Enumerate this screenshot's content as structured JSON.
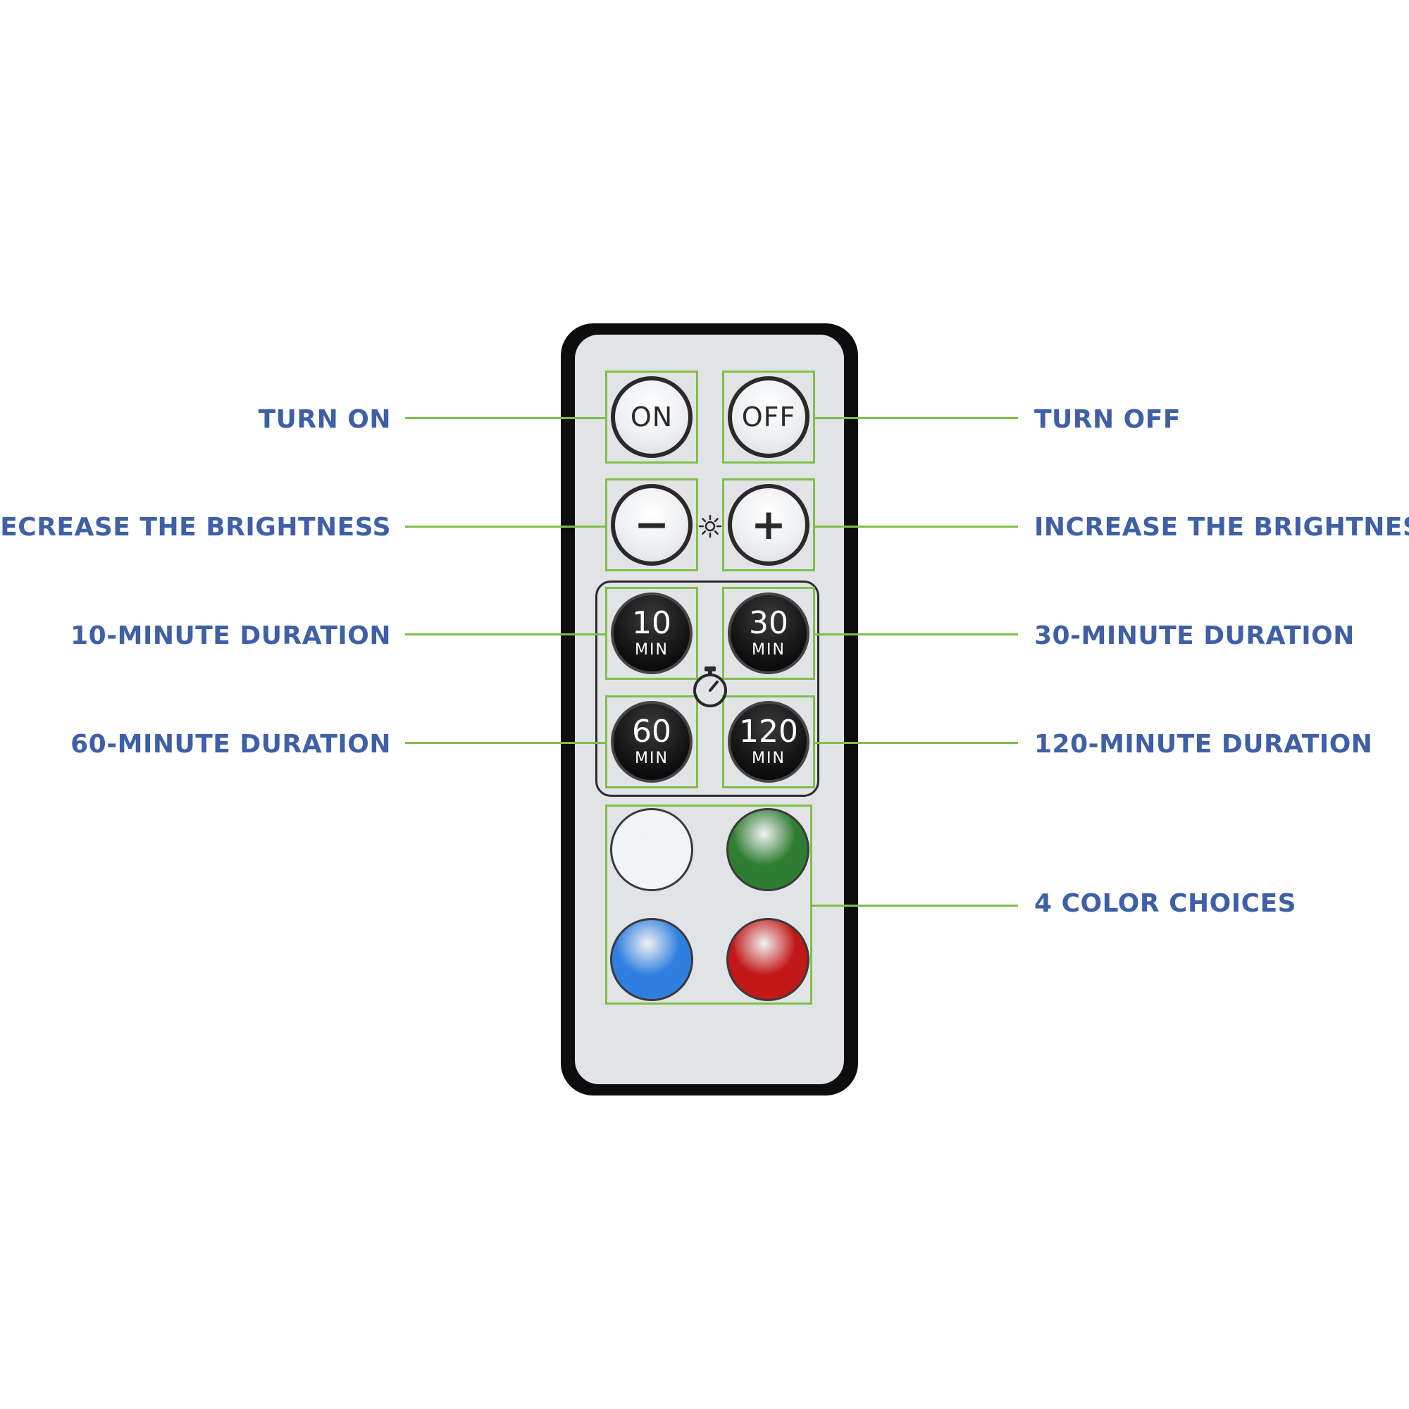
{
  "labels": {
    "turn_on": "TURN ON",
    "turn_off": "TURN OFF",
    "decrease_brightness": "DECREASE THE BRIGHTNESS",
    "increase_brightness": "INCREASE THE BRIGHTNESS",
    "duration_10": "10-MINUTE DURATION",
    "duration_30": "30-MINUTE DURATION",
    "duration_60": "60-MINUTE DURATION",
    "duration_120": "120-MINUTE DURATION",
    "color_choices": "4 COLOR CHOICES"
  },
  "remote": {
    "on_button": "ON",
    "off_button": "OFF",
    "minus_button": "−",
    "plus_button": "+",
    "timer_10": {
      "value": "10",
      "unit": "MIN"
    },
    "timer_30": {
      "value": "30",
      "unit": "MIN"
    },
    "timer_60": {
      "value": "60",
      "unit": "MIN"
    },
    "timer_120": {
      "value": "120",
      "unit": "MIN"
    }
  },
  "colors": {
    "label_text": "#3f5fa6",
    "leader_line": "#7fbf4a",
    "white_button": "#f3f4f6",
    "green_button": "#2e7d32",
    "blue_button": "#2f7fe0",
    "red_button": "#c21818"
  },
  "icons": [
    "brightness-sun-icon",
    "stopwatch-icon"
  ]
}
